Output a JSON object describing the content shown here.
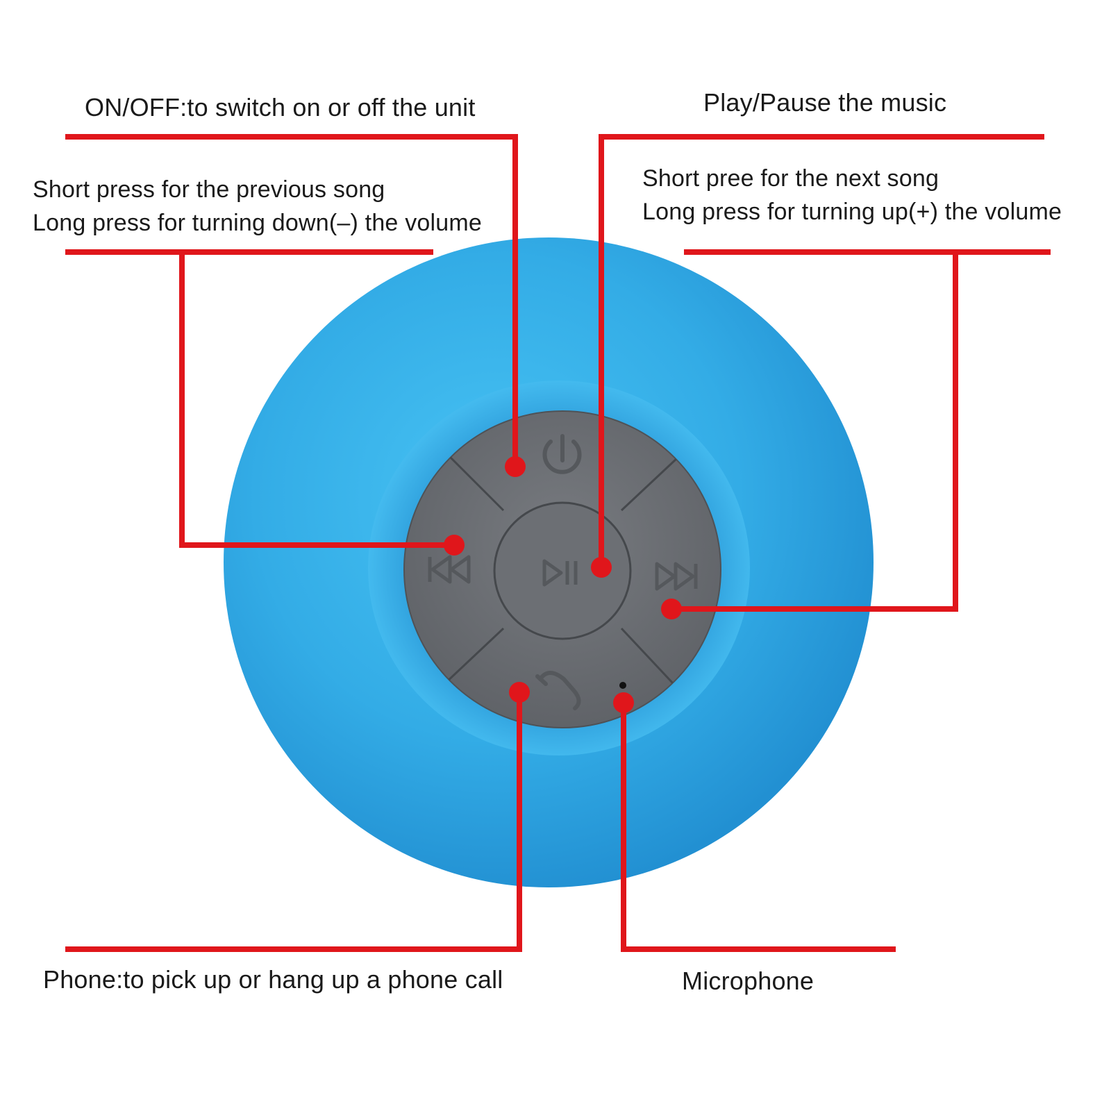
{
  "labels": {
    "onoff": "ON/OFF:to switch on or off the unit",
    "play": "Play/Pause the music",
    "prev_line1": "Short press for the previous song",
    "prev_line2": "Long press for turning down(–) the volume",
    "next_line1": "Short pree for the next song",
    "next_line2": "Long press for turning up(+) the volume",
    "phone": "Phone:to pick up or hang up a  phone call",
    "mic": "Microphone"
  },
  "colors": {
    "leader_red": "#e0161b",
    "speaker_blue": "#38b2ea",
    "button_gray": "#6f7277",
    "icon_gray": "#55585c",
    "text": "#1a1a1a"
  },
  "icons": [
    "power-icon",
    "previous-track-icon",
    "play-pause-icon",
    "next-track-icon",
    "phone-icon",
    "microphone-hole-icon"
  ]
}
